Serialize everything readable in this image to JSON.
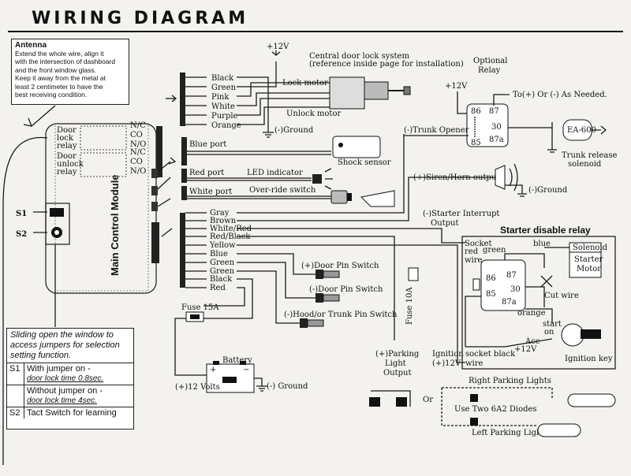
{
  "title": "WIRING DIAGRAM",
  "antenna": {
    "heading": "Antenna",
    "lines": [
      "Extend the whole wire, align it",
      "with the intersection of dashboard",
      "and the front window glass.",
      "Keep it away from the metal at",
      "least 2 centimeter to have the",
      "best receiving condition."
    ]
  },
  "module": {
    "name": "Main Control Module",
    "door_lock_relay": [
      "Door",
      "lock",
      "relay"
    ],
    "door_unlock_relay": [
      "Door",
      "unlock",
      "relay"
    ],
    "relay_pins": [
      "N/C",
      "CO",
      "N/O",
      "N/C",
      "CO",
      "N/O"
    ],
    "s1": "S1",
    "s2": "S2"
  },
  "door_lock": {
    "plus12v": "+12V",
    "wires": [
      "Black",
      "Green",
      "Pink",
      "White",
      "Purple",
      "Orange"
    ],
    "system_line1": "Central door lock system",
    "system_line2": "(reference inside page for installation)",
    "lock_motor": "Lock motor",
    "unlock_motor": "Unlock motor",
    "ground": "(-)Ground"
  },
  "ports": {
    "blue": "Blue port",
    "shock": "Shock sensor",
    "red": "Red port",
    "led": "LED indicator",
    "white": "White port",
    "override": "Over-ride switch"
  },
  "optional_relay": {
    "title1": "Optional",
    "title2": "Relay",
    "plus12v": "+12V",
    "note": "To(+) Or (-) As Needed.",
    "pins": [
      "86",
      "87",
      "30",
      "85",
      "87a"
    ],
    "trunk_opener": "(-)Trunk Opener",
    "solenoid1": "Trunk release",
    "solenoid2": "solenoid",
    "solenoid_tag": "EA-600"
  },
  "siren": {
    "label": "(+)Siren/Horn output",
    "ground": "(-)Ground"
  },
  "harness": {
    "wires": [
      "Gray",
      "Brown",
      "White/Red",
      "Red/Black",
      "Yellow",
      "Blue",
      "Green",
      "Green",
      "Black",
      "Red"
    ]
  },
  "switches": {
    "door1": "(+)Door Pin Switch",
    "door2": "(-)Door Pin Switch",
    "hood": "(-)Hood/or Trunk Pin Switch"
  },
  "starter": {
    "interrupt1": "(-)Starter Interrupt",
    "interrupt2": "Output",
    "title": "Starter disable relay",
    "socket_red": [
      "Socket",
      "red",
      "wire"
    ],
    "green": "green",
    "blue": "blue",
    "pins": [
      "86",
      "87",
      "30",
      "85",
      "87a"
    ],
    "solenoid": "Solenoid",
    "motor1": "Starter",
    "motor2": "Motor",
    "cut_wire": "Cut wire",
    "orange": "orange",
    "start": "start",
    "on": "on",
    "acc": "Acc",
    "plus12v": "+12V",
    "ignition_key": "Ignition key",
    "ignition1": "Ignition",
    "ignition2": "(+)12V",
    "socket_black": [
      "socket black",
      "wire"
    ]
  },
  "fuses": {
    "fuse15": "Fuse 15A",
    "fuse10": "Fuse 10A"
  },
  "battery": {
    "label": "Battery",
    "plus12": "(+)12 Volts",
    "ground": "(-) Ground"
  },
  "parking": {
    "output": [
      "(+)Parking",
      "Light",
      "Output"
    ],
    "or": "Or",
    "right": "Right Parking Lights",
    "diodes": "Use Two 6A2 Diodes",
    "left": "Left Parking Lights"
  },
  "jumper_table": {
    "intro": "Sliding open the window to access jumpers for selection setting function.",
    "s1_key": "S1",
    "s1_with": "With jumper on -",
    "s1_with_time": "door lock time 0.8sec.",
    "s1_without": "Without jumper on -",
    "s1_without_time": "door lock time 4sec.",
    "s2_key": "S2",
    "s2_text": "Tact Switch for learning"
  }
}
